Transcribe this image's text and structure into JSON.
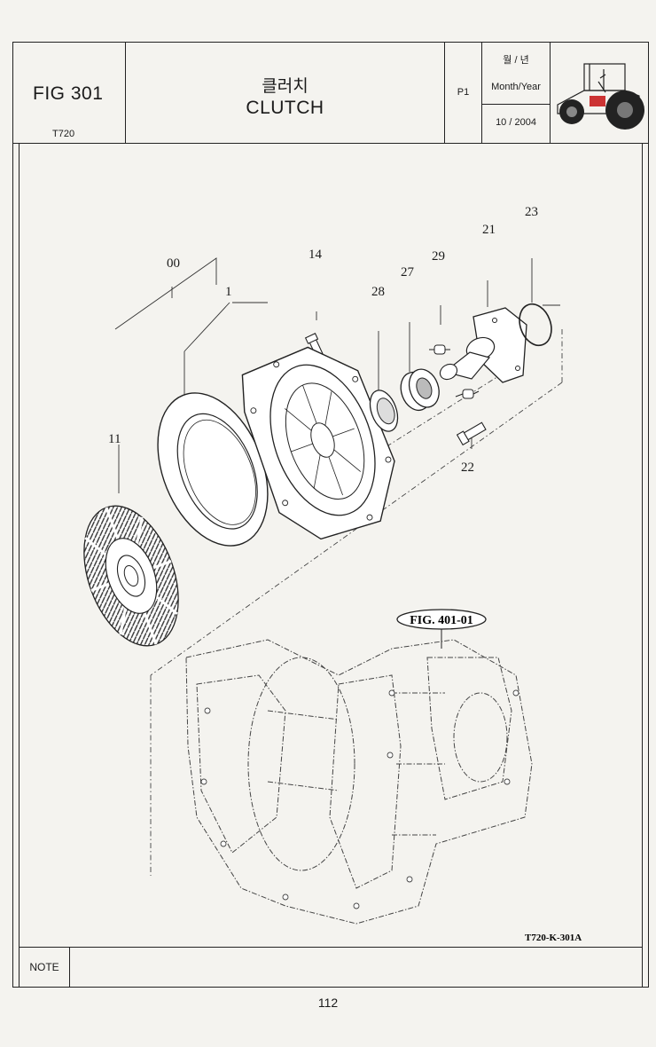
{
  "header": {
    "figure_number": "FIG 301",
    "model": "T720",
    "title_korean": "클러치",
    "title_english": "CLUTCH",
    "page_code": "P1",
    "date_label_korean": "월 / 년",
    "date_label_english": "Month/Year",
    "date_value": "10 / 2004",
    "tractor_icon": "tractor-icon"
  },
  "diagram": {
    "part_callouts": [
      "00",
      "1",
      "11",
      "14",
      "21",
      "22",
      "23",
      "27",
      "28",
      "29"
    ],
    "reference_label": "FIG. 401-01",
    "drawing_code": "T720-K-301A"
  },
  "notes": {
    "label": "NOTE",
    "text": ""
  },
  "footer": {
    "page_number": "112"
  }
}
